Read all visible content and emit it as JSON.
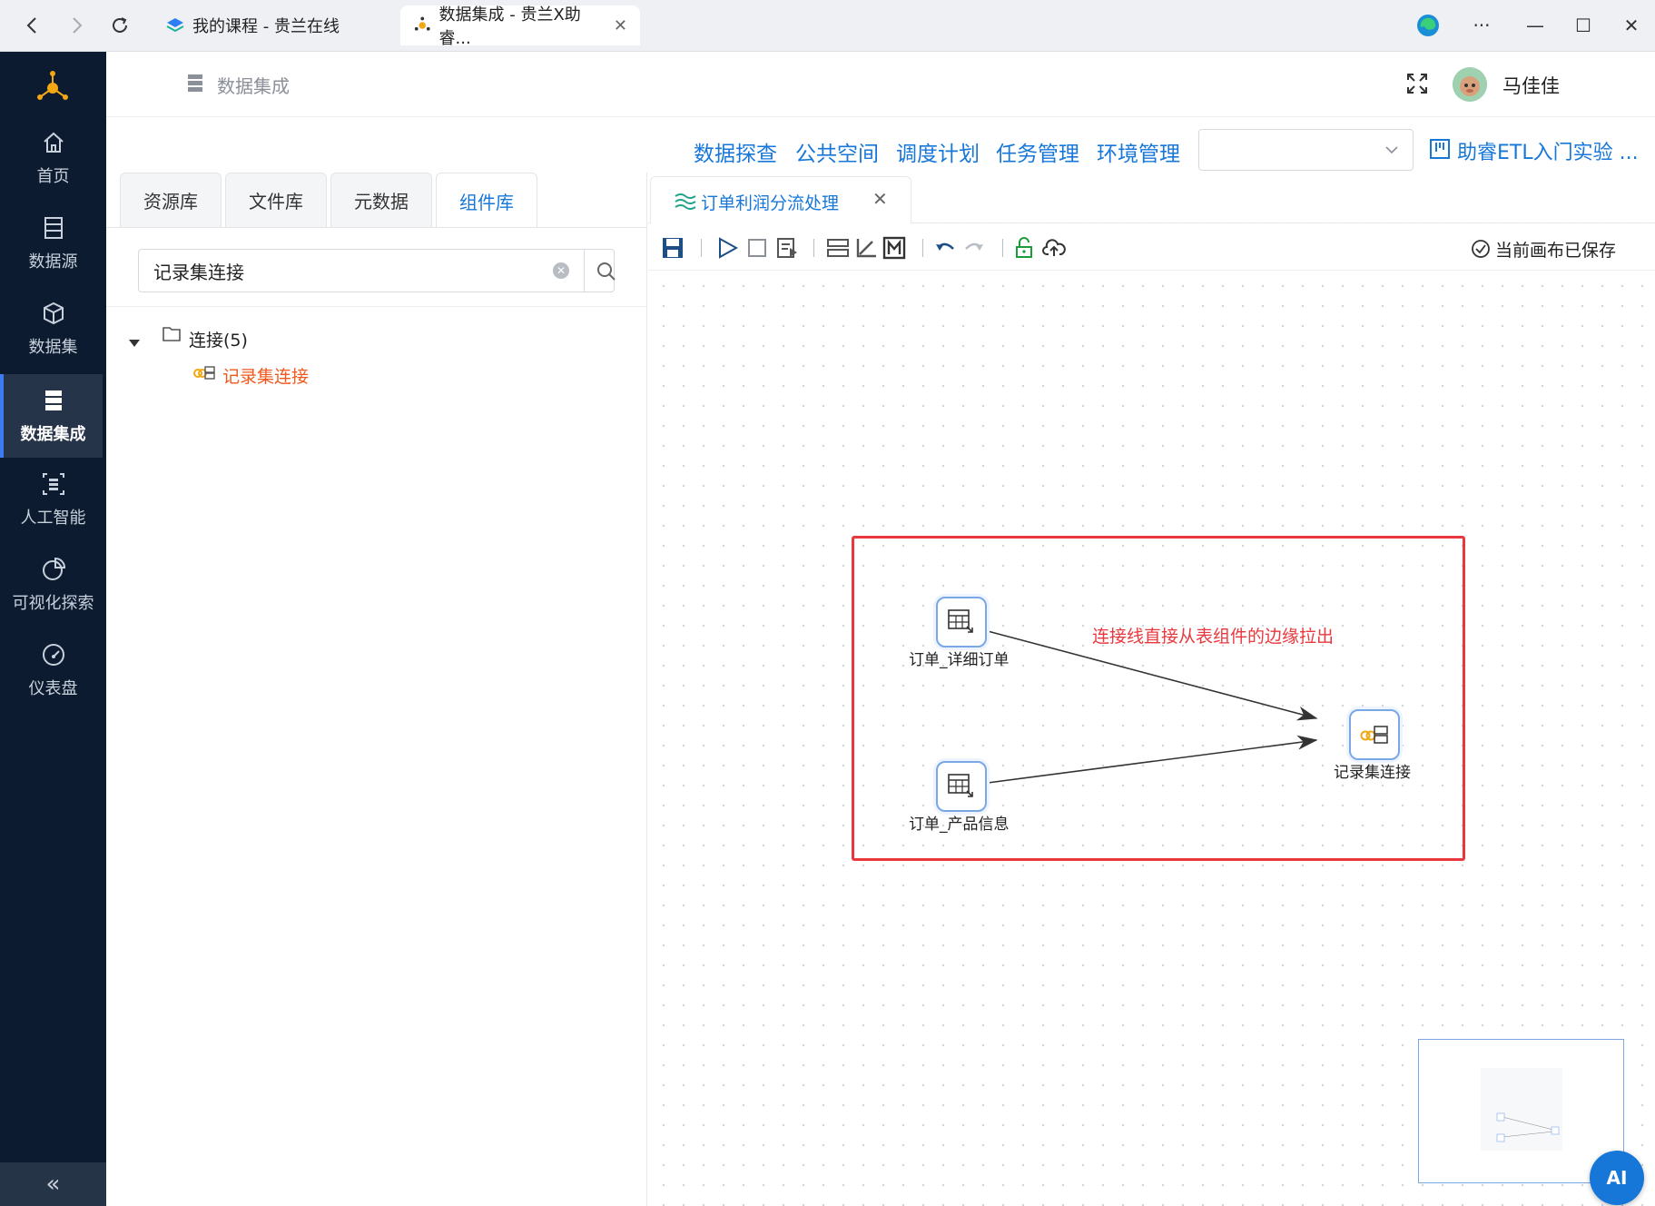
{
  "browser": {
    "tabs": [
      {
        "title": "我的课程 - 贵兰在线",
        "active": false
      },
      {
        "title": "数据集成 - 贵兰X助睿...",
        "active": true
      }
    ]
  },
  "sidebar": {
    "items": [
      {
        "label": "首页",
        "icon": "home-icon"
      },
      {
        "label": "数据源",
        "icon": "database-icon"
      },
      {
        "label": "数据集",
        "icon": "cube-icon"
      },
      {
        "label": "数据集成",
        "icon": "server-icon",
        "active": true
      },
      {
        "label": "人工智能",
        "icon": "ai-icon"
      },
      {
        "label": "可视化探索",
        "icon": "pie-chart-icon"
      },
      {
        "label": "仪表盘",
        "icon": "gauge-icon"
      }
    ],
    "collapse_label": "«"
  },
  "header": {
    "breadcrumb": "数据集成",
    "user_name": "马佳佳"
  },
  "menu": {
    "links": [
      "数据探查",
      "公共空间",
      "调度计划",
      "任务管理",
      "环境管理"
    ],
    "select_value": "",
    "project_label": "助睿ETL入门实验 ..."
  },
  "left_panel": {
    "tabs": [
      "资源库",
      "文件库",
      "元数据",
      "组件库"
    ],
    "active_tab": 3,
    "search_value": "记录集连接",
    "tree": {
      "folder": "连接(5)",
      "child": "记录集连接"
    }
  },
  "editor": {
    "tab_title": "订单利润分流处理",
    "save_status": "当前画布已保存"
  },
  "flow": {
    "nodes": [
      {
        "label": "订单_详细订单",
        "type": "table-input"
      },
      {
        "label": "订单_产品信息",
        "type": "table-input"
      },
      {
        "label": "记录集连接",
        "type": "join"
      }
    ],
    "annotation": "连接线直接从表组件的边缘拉出",
    "highlight_color": "#e8383d"
  },
  "ai_button": "AI",
  "colors": {
    "accent": "#1677d9",
    "sidebar_bg": "#0c1b30",
    "tree_highlight": "#f0581e"
  }
}
